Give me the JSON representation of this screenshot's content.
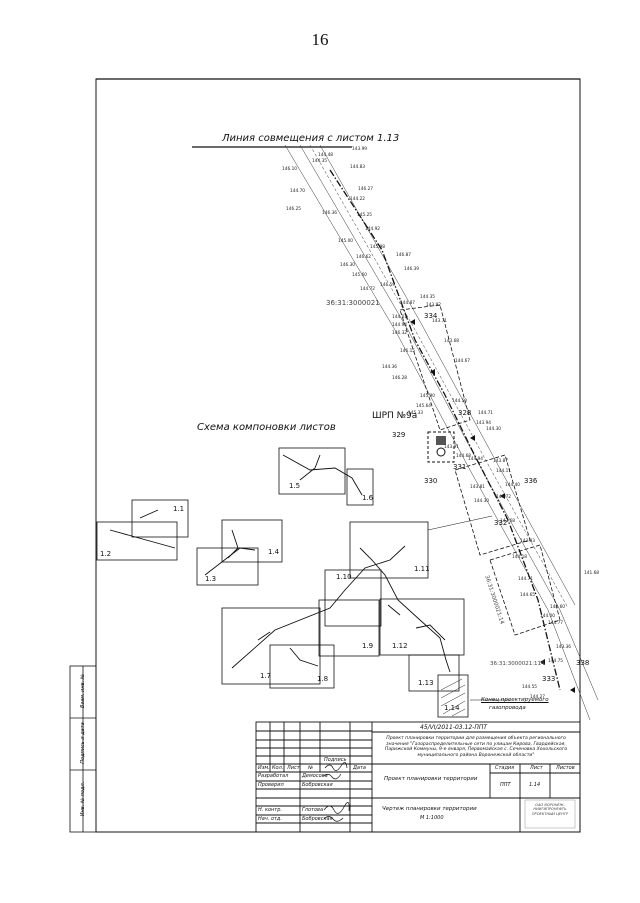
{
  "page_number": "16",
  "title_line": "Линия совмещения с листом 1.13",
  "scheme_title": "Схема компоновки листов",
  "station_label": "ШРП №9а",
  "end_note": [
    "Конец проектируемого",
    "газопровода"
  ],
  "parcels": [
    "36:31:3000021",
    "36:31:3000021:14",
    "36:31:3000021:114"
  ],
  "plot_numbers": [
    "334",
    "328",
    "329",
    "330",
    "331",
    "332",
    "333",
    "336",
    "338"
  ],
  "elevations": [
    "143.99",
    "144.48",
    "144.35",
    "144.83",
    "146.10",
    "146.27",
    "144.70",
    "144.22",
    "146.25",
    "145.25",
    "146.36",
    "144.92",
    "145.00",
    "145.98",
    "146.62",
    "146.87",
    "146.30",
    "145.60",
    "146.39",
    "144.72",
    "146.59",
    "144.35",
    "144.87",
    "144.01",
    "143.92",
    "144.94",
    "143.71",
    "143.68",
    "146.32",
    "146.15",
    "144.36",
    "144.67",
    "146.28",
    "145.90",
    "145.64",
    "144.50",
    "145.33",
    "144.71",
    "143.94",
    "143.91",
    "144.30",
    "144.68",
    "144.94",
    "143.87",
    "144.11",
    "143.81",
    "144.40",
    "144.30",
    "144.72",
    "143.68",
    "143.83",
    "144.18",
    "144.71",
    "144.65",
    "144.60",
    "144.77",
    "143.36",
    "144.75",
    "144.55",
    "144.27",
    "141.68",
    "144.00"
  ],
  "sheets": [
    {
      "id": "1.1"
    },
    {
      "id": "1.2"
    },
    {
      "id": "1.3"
    },
    {
      "id": "1.4"
    },
    {
      "id": "1.5"
    },
    {
      "id": "1.6"
    },
    {
      "id": "1.7"
    },
    {
      "id": "1.8"
    },
    {
      "id": "1.9"
    },
    {
      "id": "1.10"
    },
    {
      "id": "1.11"
    },
    {
      "id": "1.12"
    },
    {
      "id": "1.13"
    },
    {
      "id": "1.14"
    }
  ],
  "side_stamp": [
    "Инв. № подл.",
    "Подпись и дата",
    "Взам. инв. №"
  ],
  "title_block": {
    "doc_code": "45/VI/2011-03.12-ППТ",
    "project_desc": "Проект планировки территории для размещения объекта регионального значения \"Газораспределительные сети по улицам Кирова, Гвардейская, Парижской Коммуны, 9-е января, Первомайская с. Сеченовка Хохольского муниципального района Воронежской области\"",
    "headers": [
      "Изм.",
      "Кол.",
      "Лист",
      "№",
      "Подпись",
      "Дата"
    ],
    "roles": [
      {
        "role": "Разработал",
        "name": "Демосова"
      },
      {
        "role": "Проверил",
        "name": "Бобровская"
      },
      {
        "role": "Н. контр.",
        "name": "Глотова"
      },
      {
        "role": "Нач. отд.",
        "name": "Бобровская"
      }
    ],
    "section_title": "Проект планировки территории",
    "stage_header": "Стадия",
    "sheet_header": "Лист",
    "sheets_header": "Листов",
    "stage_value": "ППТ",
    "sheet_value": "1.14",
    "drawing_title": "Чертеж планировки территории",
    "scale": "М 1:1000",
    "org": "ОАО ВОРОНЕЖ-НИИГИПРОНЕФТЬ ПРОЕКТНЫЙ ЦЕНТР"
  }
}
